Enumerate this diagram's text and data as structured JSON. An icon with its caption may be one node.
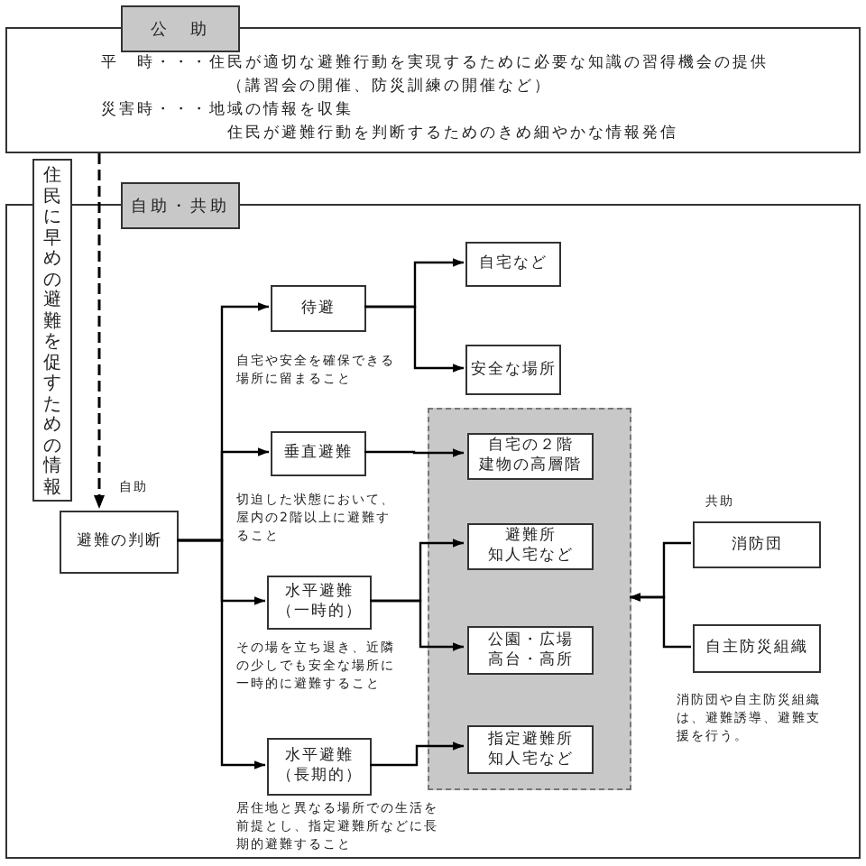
{
  "diagram": {
    "nodes": [
      {
        "text": [
          "公　助",
          "平　時・・・住民が適切な避難行動を実現するために必要な知識の習得機会の提供",
          "（講習会の開催、防災訓練の開催など）",
          "災害時・・・地域の情報を収集",
          "住民が避難行動を判断するためのきめ細やかな情報発信"
        ]
      },
      {
        "text": [
          "自助・共助"
        ]
      },
      {
        "text": [
          "住民に早めの避難を促すための情報"
        ]
      },
      {
        "text": [
          "避難の判断"
        ],
        "in": 1
      },
      {
        "text": [
          "待避"
        ],
        "in": 1,
        "beside": [
          "自宅や安全を確保できる場所に留まること"
        ]
      },
      {
        "text": [
          "垂直避難"
        ],
        "in": 1,
        "beside": [
          "切迫した状態において、屋内の2階以上に避難すること"
        ]
      },
      {
        "text": [
          "水平避難（一時的）"
        ],
        "in": 1,
        "beside": [
          "その場を立ち退き、近隣の少しでも安全な場所に一時的に避難すること"
        ]
      },
      {
        "text": [
          "水平避難（長期的）"
        ],
        "in": 1,
        "beside": [
          "居住地と異なる場所での生活を前提とし、指定避難所などに長期的避難すること"
        ]
      },
      {
        "text": [
          "自宅など"
        ],
        "in": 1
      },
      {
        "text": [
          "安全な場所"
        ],
        "in": 1
      },
      {
        "text": [],
        "shape": "box",
        "in": 1
      },
      {
        "text": [
          "自宅の２階建物の高層階"
        ],
        "in": 10
      },
      {
        "text": [
          "避難所知人宅など"
        ],
        "in": 10
      },
      {
        "text": [
          "公園・広場高台・高所"
        ],
        "in": 10
      },
      {
        "text": [
          "指定避難所知人宅など"
        ],
        "in": 10
      },
      {
        "text": [
          "消防団"
        ],
        "in": 1
      },
      {
        "text": [
          "自主防災組織"
        ],
        "in": 1
      }
    ],
    "edges": [
      {
        "from": 0,
        "to": 3,
        "arrow": "to",
        "style": "dashed"
      },
      {
        "from": 3,
        "to": 4,
        "arrow": "to"
      },
      {
        "from": 3,
        "to": 5,
        "arrow": "to"
      },
      {
        "from": 3,
        "to": 6,
        "arrow": "to"
      },
      {
        "from": 3,
        "to": 7,
        "arrow": "to"
      },
      {
        "from": 4,
        "to": 8,
        "arrow": "to"
      },
      {
        "from": 4,
        "to": 9,
        "arrow": "to"
      },
      {
        "from": 5,
        "to": 11,
        "arrow": "to"
      },
      {
        "from": 6,
        "to": 12,
        "arrow": "to"
      },
      {
        "from": 6,
        "to": 13,
        "arrow": "to"
      },
      {
        "from": 7,
        "to": 14,
        "arrow": "to"
      },
      {
        "from": 15,
        "to": 10,
        "arrow": "to"
      },
      {
        "from": 16,
        "to": 10,
        "arrow": "to"
      }
    ],
    "labels": [
      "自助",
      "共助",
      "消防団や自主防災組織は、避難誘導、避難支援を行う。"
    ]
  }
}
